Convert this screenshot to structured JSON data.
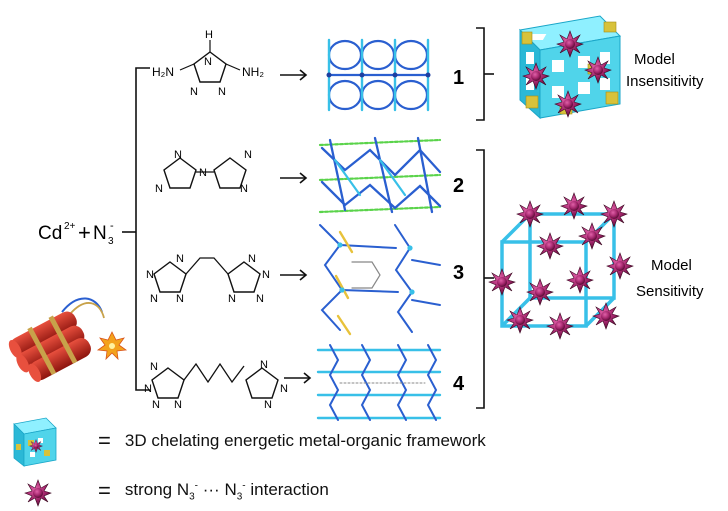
{
  "reactants": {
    "metal": "Cd",
    "metal_charge": "2+",
    "plus": "+",
    "anion": "N",
    "anion_sub": "3",
    "anion_charge": "-"
  },
  "ligands": [
    {
      "id": "triazole-diamine",
      "nh_label": "H",
      "n_label": "N",
      "left_group": "H₂N",
      "right_group": "NH₂"
    },
    {
      "id": "bitriazole",
      "n_label": "N"
    },
    {
      "id": "bis-tetrazolyl-ethane",
      "n_label": "N"
    },
    {
      "id": "bis-tetrazolyl-butane",
      "n_label": "N"
    }
  ],
  "compounds": [
    "1",
    "2",
    "3",
    "4"
  ],
  "models": {
    "insensitivity": {
      "line1": "Model",
      "line2": "Insensitivity"
    },
    "sensitivity": {
      "line1": "Model",
      "line2": "Sensitivity"
    }
  },
  "legend": {
    "eq": "=",
    "framework": "3D chelating energetic metal-organic framework",
    "interaction_prefix": "strong N",
    "interaction_sub": "3",
    "interaction_sup": "-",
    "interaction_mid": " ··· N",
    "interaction_suffix": " interaction"
  },
  "colors": {
    "framework": "#4fd0e0",
    "framework_gold": "#d8c23a",
    "azide": "#a3266c",
    "crystal_blue": "#2a5fd0",
    "crystal_cyan": "#38c0e8",
    "crystal_green": "#5ad34a",
    "dynamite": "#c4261c"
  }
}
